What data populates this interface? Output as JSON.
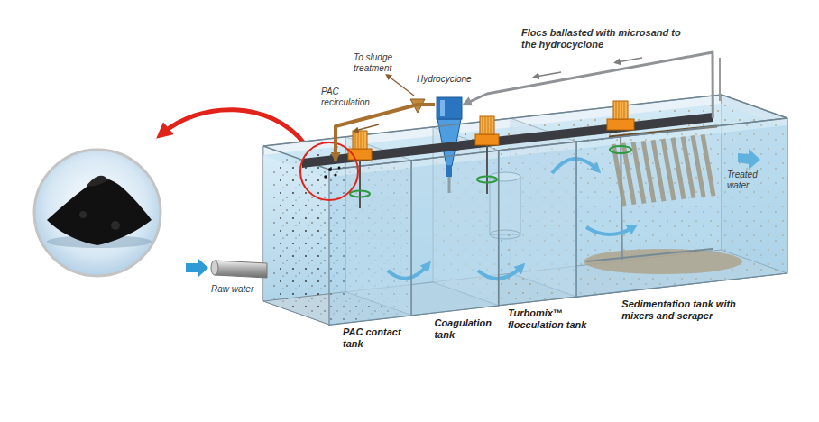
{
  "diagram": {
    "nodes": [
      {
        "text": [
          "PAC contact tank"
        ]
      },
      {
        "text": [
          "Coagulation tank"
        ]
      },
      {
        "text": [
          "Turbomix™ flocculation tank"
        ]
      },
      {
        "text": [
          "Sedimentation tank with mixers and scraper"
        ]
      },
      {
        "text": [
          "Hydrocyclone"
        ]
      }
    ],
    "edges": [
      {
        "from": 3,
        "to": 4,
        "label": "Flocs ballasted with microsand to the hydrocyclone",
        "arrow": "to"
      },
      {
        "from": 4,
        "to": 0,
        "label": "PAC recirculation",
        "arrow": "to"
      }
    ],
    "labels": [
      "To sludge treatment",
      "Raw water",
      "Treated water"
    ]
  }
}
